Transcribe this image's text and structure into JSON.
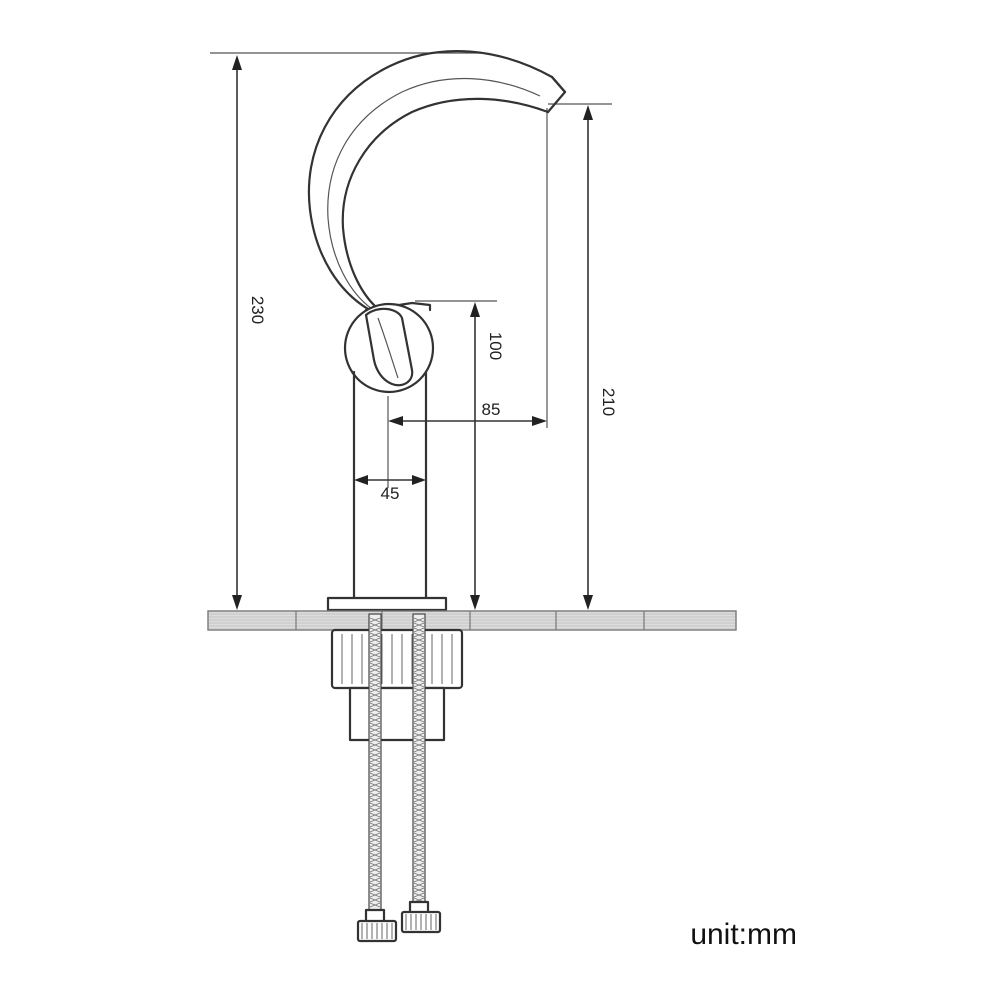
{
  "dimensions": {
    "overall_height": "230",
    "spout_height": "210",
    "handle_height": "100",
    "spout_reach": "85",
    "body_width": "45"
  },
  "unit_label": "unit:mm"
}
